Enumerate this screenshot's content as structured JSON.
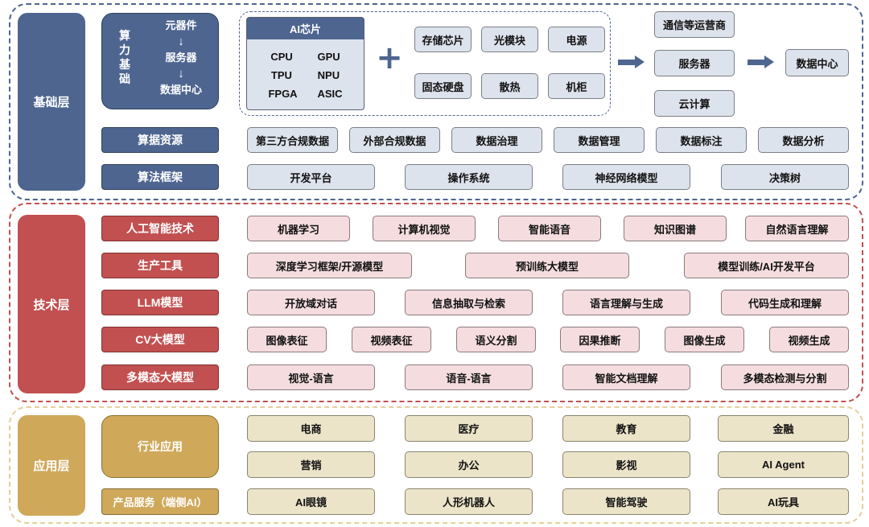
{
  "colors": {
    "foundation": "#4e6590",
    "tech": "#c25050",
    "app": "#cfa85a",
    "foundation_frame": "#4e6590",
    "tech_frame": "#c25050",
    "app_frame": "#e3cf9a"
  },
  "foundation": {
    "label": "基础层",
    "compute": {
      "title_chars": [
        "算",
        "力",
        "基",
        "础"
      ],
      "flow": [
        "元器件",
        "↓",
        "服务器",
        "↓",
        "数据中心"
      ]
    },
    "ai_chip": {
      "title": "AI芯片",
      "rows": [
        [
          "CPU",
          "GPU"
        ],
        [
          "TPU",
          "NPU"
        ],
        [
          "FPGA",
          "ASIC"
        ]
      ]
    },
    "plus": "+",
    "components": [
      "存储芯片",
      "光模块",
      "电源",
      "固态硬盘",
      "散热",
      "机柜"
    ],
    "right": {
      "stack": [
        "通信等运营商",
        "服务器",
        "云计算"
      ],
      "end": "数据中心"
    },
    "data_resources": {
      "label": "算据资源",
      "items": [
        "第三方合规数据",
        "外部合规数据",
        "数据治理",
        "数据管理",
        "数据标注",
        "数据分析"
      ]
    },
    "algo_framework": {
      "label": "算法框架",
      "items": [
        "开发平台",
        "操作系统",
        "神经网络模型",
        "决策树"
      ]
    }
  },
  "tech": {
    "label": "技术层",
    "rows": [
      {
        "label": "人工智能技术",
        "items": [
          "机器学习",
          "计算机视觉",
          "智能语音",
          "知识图谱",
          "自然语言理解"
        ]
      },
      {
        "label": "生产工具",
        "items": [
          "深度学习框架/开源模型",
          "预训练大模型",
          "模型训练/AI开发平台"
        ]
      },
      {
        "label": "LLM模型",
        "items": [
          "开放域对话",
          "信息抽取与检索",
          "语言理解与生成",
          "代码生成和理解"
        ]
      },
      {
        "label": "CV大模型",
        "items": [
          "图像表征",
          "视频表征",
          "语义分割",
          "因果推断",
          "图像生成",
          "视频生成"
        ]
      },
      {
        "label": "多模态大模型",
        "items": [
          "视觉-语言",
          "语音-语言",
          "智能文档理解",
          "多模态检测与分割"
        ]
      }
    ]
  },
  "app": {
    "label": "应用层",
    "industry": {
      "label": "行业应用",
      "row1": [
        "电商",
        "医疗",
        "教育",
        "金融"
      ],
      "row2": [
        "营销",
        "办公",
        "影视",
        "AI Agent"
      ]
    },
    "product": {
      "label": "产品服务（端侧AI）",
      "items": [
        "AI眼镜",
        "人形机器人",
        "智能驾驶",
        "AI玩具"
      ]
    }
  }
}
